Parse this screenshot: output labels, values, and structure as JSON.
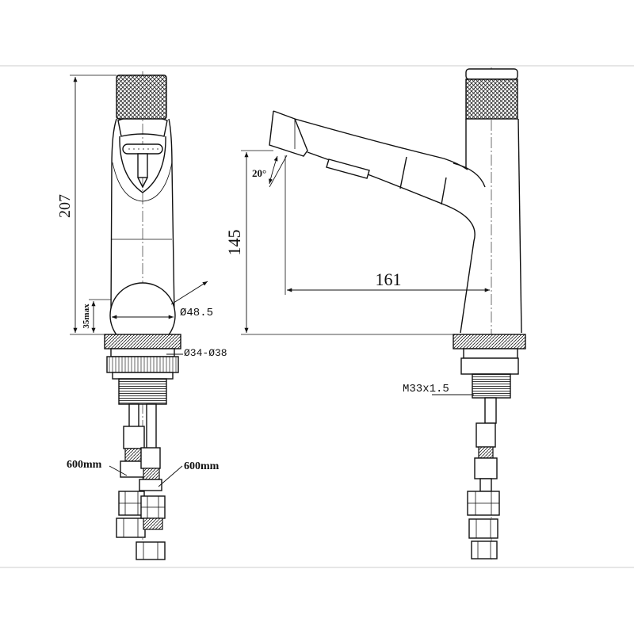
{
  "dimensions": {
    "height_total": "207",
    "deck_max": "35max",
    "base_diameter": "Ø48.5",
    "hole_diameter": "Ø34-Ø38",
    "hose_left": "600mm",
    "hose_right": "600mm",
    "spout_angle": "20°",
    "spout_height": "145",
    "spout_reach": "161",
    "thread": "M33x1.5"
  },
  "colors": {
    "line": "#111111",
    "rule": "#cccccc",
    "background": "#ffffff"
  }
}
